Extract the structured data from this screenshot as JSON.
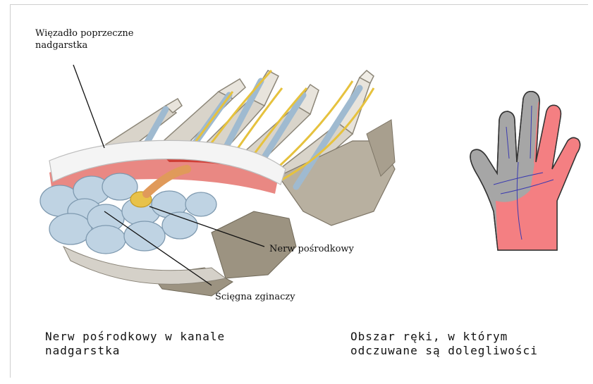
{
  "labels": {
    "ligament_line1": "Więzadło poprzeczne",
    "ligament_line2": "nadgarstka",
    "nerve": "Nerw pośrodkowy",
    "tendons": "Ścięgna zginaczy"
  },
  "captions": {
    "left_line1": "Nerw pośrodkowy w kanale",
    "left_line2": "nadgarstka",
    "right_line1": "Obszar ręki, w którym",
    "right_line2": "odczuwane są dolegliwości"
  },
  "colors": {
    "bone": "#c9c1b2",
    "tendon": "#a9c3d6",
    "nerve": "#e8c24a",
    "muscle": "#e87f7c",
    "ligament": "#f2f2f2",
    "hand_gray": "#a4a4a4",
    "hand_pink": "#f27c80"
  }
}
